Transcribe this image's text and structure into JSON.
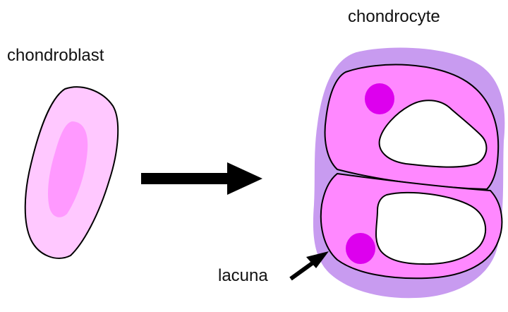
{
  "labels": {
    "chondroblast": "chondroblast",
    "chondrocyte": "chondrocyte",
    "lacuna": "lacuna"
  },
  "colors": {
    "matrix_halo": "#c89bf0",
    "chondroblast_outer": "#ffc8ff",
    "chondroblast_inner": "#ff99ff",
    "cell_cytoplasm": "#ff88ff",
    "nucleus": "#dd00ee",
    "lacuna_space": "#ffffff",
    "outline": "#000000"
  },
  "icons": {
    "transition_arrow": "right-arrow-icon",
    "pointer_arrow": "pointer-arrow-icon"
  }
}
